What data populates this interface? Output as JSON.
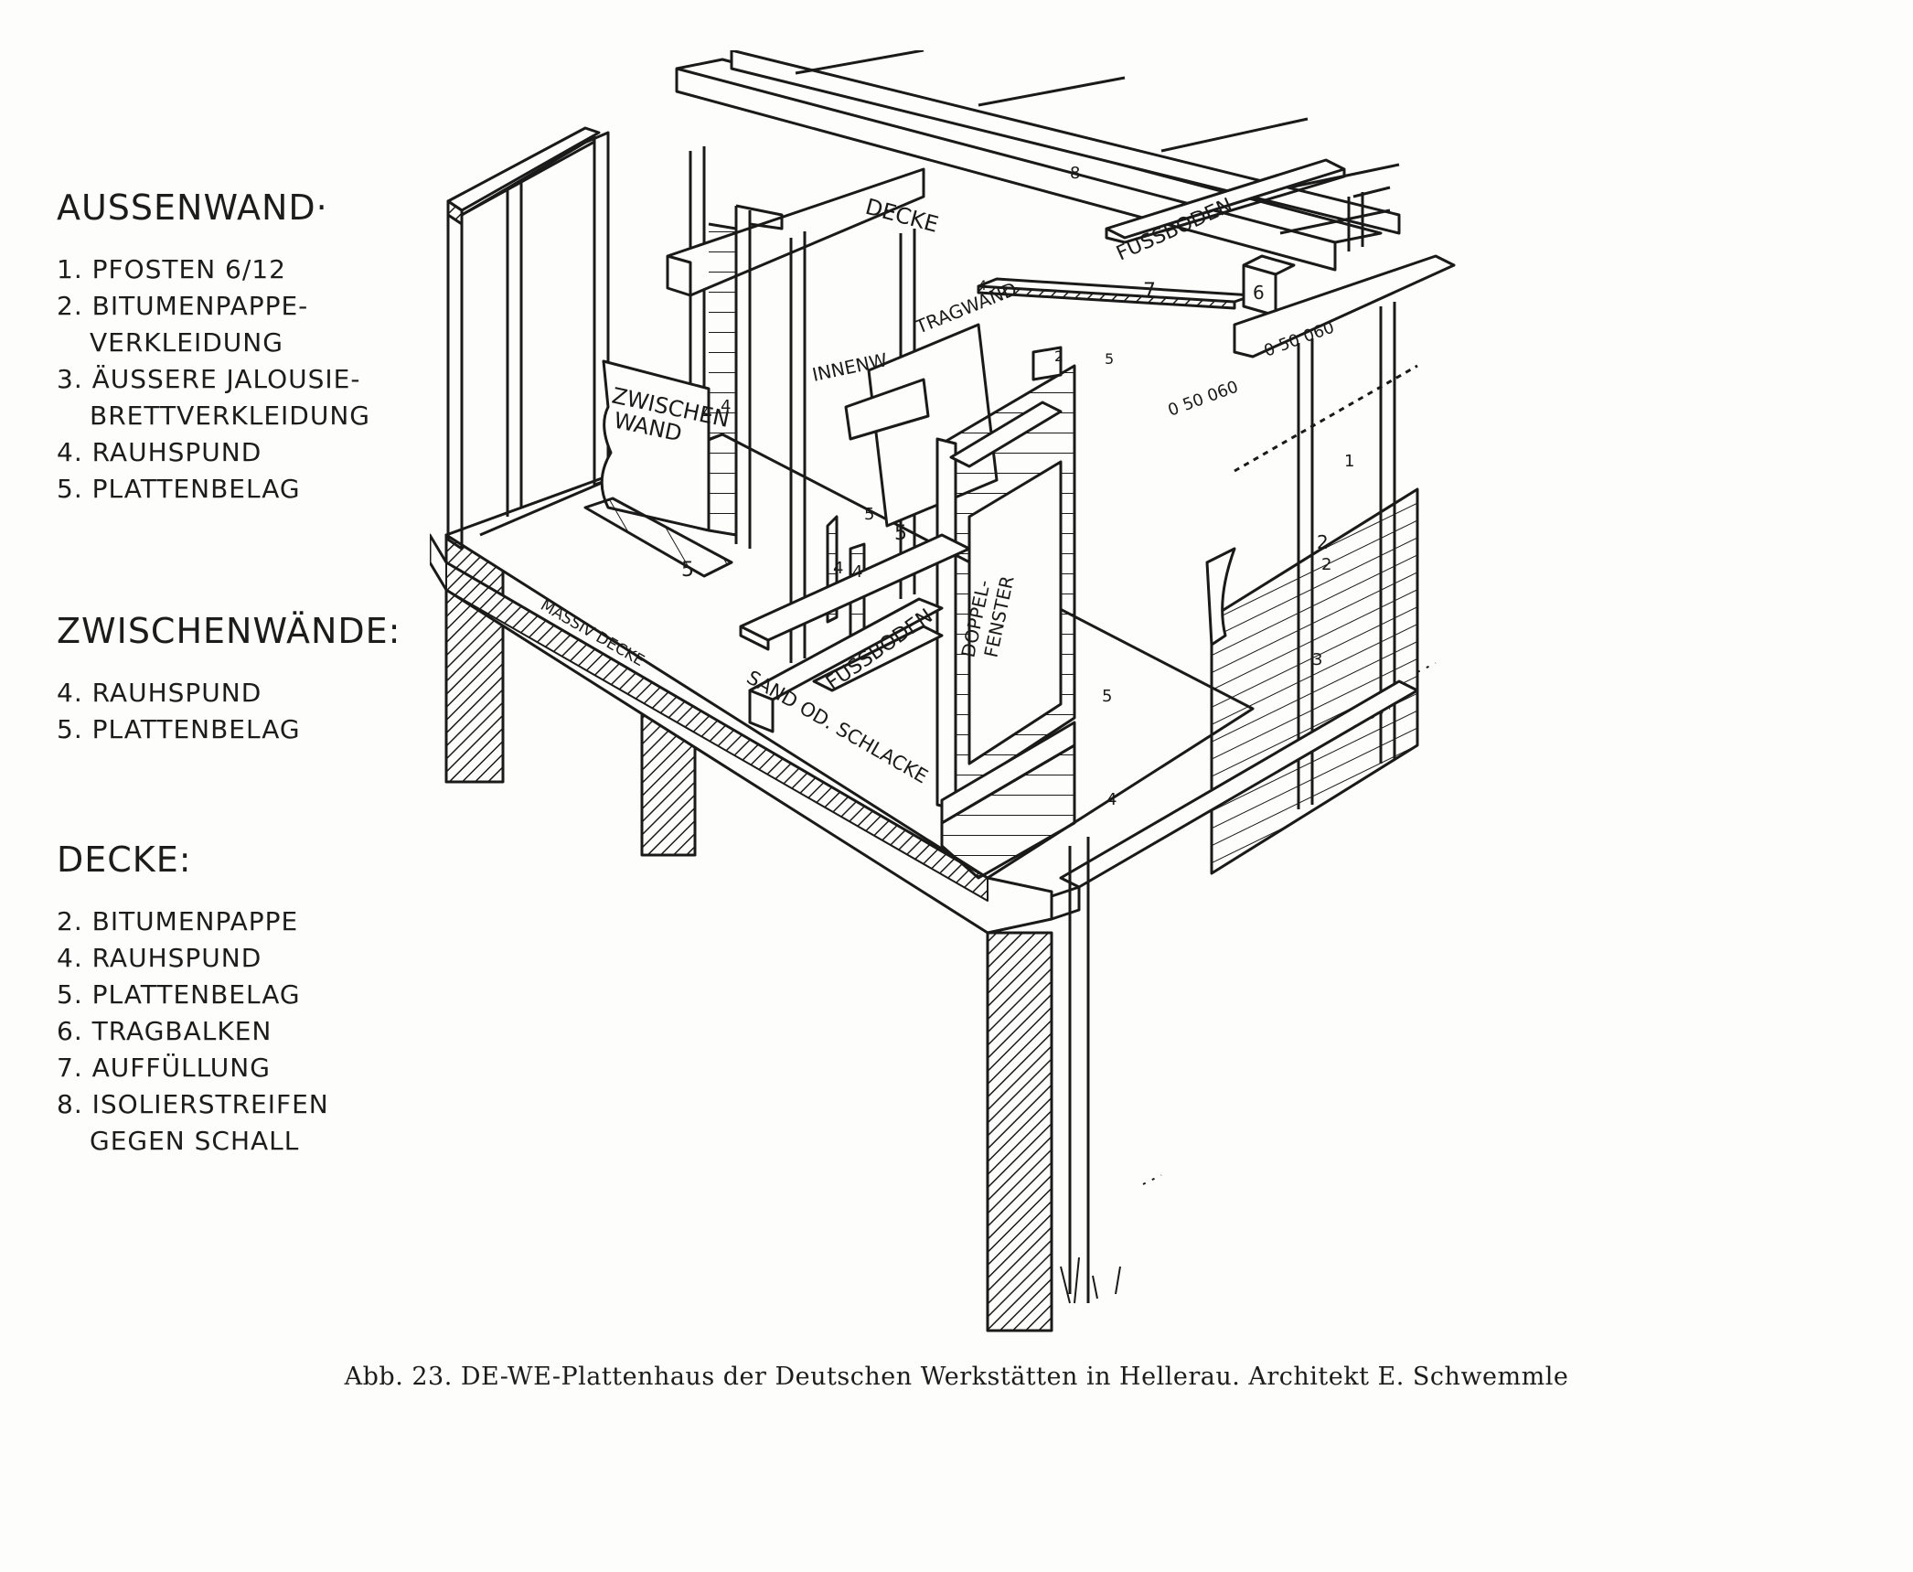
{
  "legend": {
    "aussenwand": {
      "heading": "AUSSENWAND·",
      "items": [
        "1. PFOSTEN  6/12",
        "2. BITUMENPAPPE-",
        "    VERKLEIDUNG",
        "3. ÄUSSERE JALOUSIE-",
        "    BRETTVERKLEIDUNG",
        "4. RAUHSPUND",
        "5. PLATTENBELAG"
      ]
    },
    "zwischenwaende": {
      "heading": "ZWISCHENWÄNDE:",
      "items": [
        "4. RAUHSPUND",
        "5. PLATTENBELAG"
      ]
    },
    "decke": {
      "heading": "DECKE:",
      "items": [
        "2. BITUMENPAPPE",
        "4. RAUHSPUND",
        "5. PLATTENBELAG",
        "6. TRAGBALKEN",
        "7. AUFFÜLLUNG",
        "8. ISOLIERSTREIFEN",
        "    GEGEN SCHALL"
      ]
    }
  },
  "drawing": {
    "labels": {
      "decke": "DECKE",
      "fussboden_top": "FUSSBODEN",
      "zwischenwand_line1": "ZWISCHEN",
      "zwischenwand_line2": "WAND",
      "innenw": "INNENW",
      "tragwand": "TRAGWAND",
      "doppelfenster_line1": "DOPPEL-",
      "doppelfenster_line2": "FENSTER",
      "fussboden_floor": "FUSSBODEN",
      "sand": "SAND OD. SCHLACKE",
      "massiv_decke": "MASSIV  DECKE",
      "dim_a": "0 50 060",
      "dim_b": "0 50 060"
    },
    "numbers": {
      "n8": "8",
      "n6": "6",
      "n7": "7",
      "n2a": "2",
      "n5a": "5",
      "n4a": "4",
      "n4b": "4",
      "n4c": "4",
      "n5b": "5",
      "n5c": "5",
      "n5d": "5",
      "n4d": "4",
      "n4e": "4",
      "n5e": "5",
      "n4f": "4",
      "n1": "1",
      "n2b": "2",
      "n2c": "2",
      "n3": "3"
    }
  },
  "caption": "Abb. 23. DE-WE-Plattenhaus der Deutschen Werkstätten in Hellerau. Architekt E. Schwemmle"
}
